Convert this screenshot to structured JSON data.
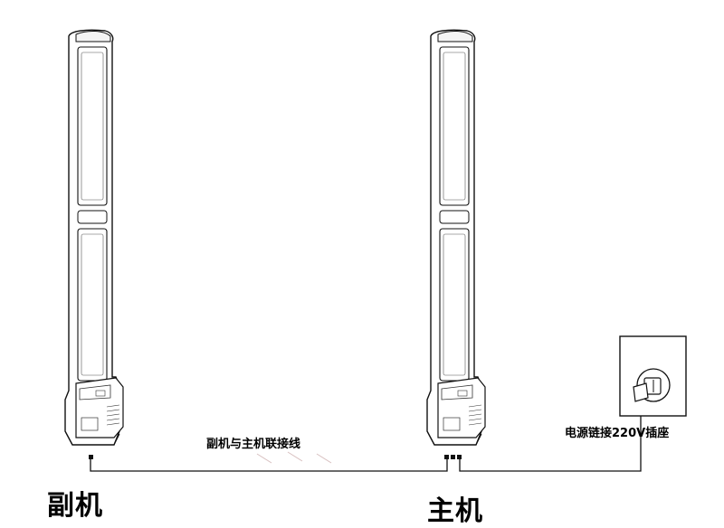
{
  "labels": {
    "cable": "副机与主机联接线",
    "power": "电源链接220V插座",
    "slave": "副机",
    "master": "主机"
  },
  "colors": {
    "line": "#111111",
    "faint": "#9a9a9a",
    "background": "#ffffff"
  }
}
